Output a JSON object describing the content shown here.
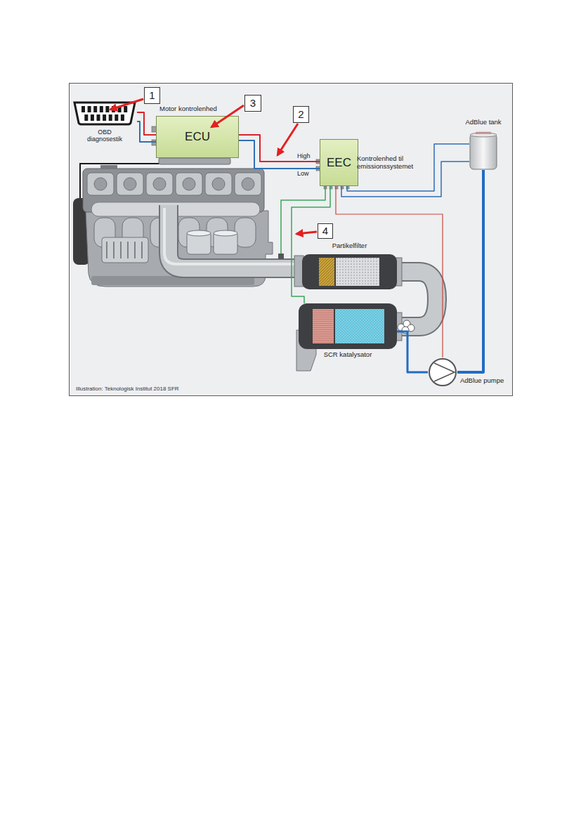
{
  "diagram": {
    "nodes": [
      {
        "text": [
          "OBD diagnosestik"
        ]
      },
      {
        "text": [
          "Motor kontrolenhed",
          "ECU"
        ]
      },
      {
        "text": [
          "EEC",
          "Kontrolenhed til emissionssystemet"
        ]
      },
      {
        "text": [
          "AdBlue tank"
        ]
      },
      {
        "text": [
          "Partikelfilter"
        ]
      },
      {
        "text": [
          "SCR katalysator"
        ]
      },
      {
        "text": [
          "AdBlue pumpe"
        ]
      }
    ],
    "edges": [
      {
        "from": 0,
        "to": 1,
        "arrow": "none"
      },
      {
        "from": 0,
        "to": 1,
        "arrow": "none"
      },
      {
        "from": 1,
        "to": 2,
        "label": "High",
        "arrow": "none"
      },
      {
        "from": 1,
        "to": 2,
        "label": "Low",
        "arrow": "none"
      },
      {
        "from": 2,
        "to": 3,
        "arrow": "none"
      },
      {
        "from": 2,
        "to": 3,
        "arrow": "none"
      },
      {
        "from": 2,
        "to": 5,
        "arrow": "none"
      },
      {
        "from": 2,
        "to": 6,
        "arrow": "none"
      },
      {
        "from": 3,
        "to": 6,
        "arrow": "none"
      },
      {
        "from": 6,
        "to": 5,
        "arrow": "none"
      }
    ],
    "labels": [
      "1",
      "3",
      "2",
      "4",
      "Illustration: Teknologisk Institut 2018 SFR"
    ]
  }
}
